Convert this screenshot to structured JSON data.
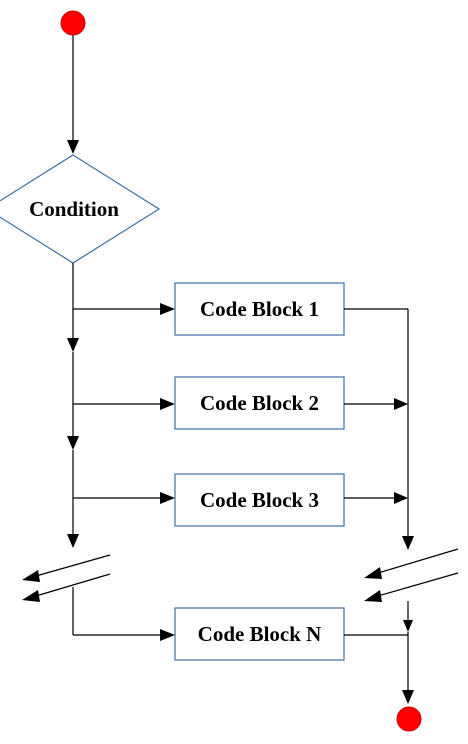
{
  "diagram": {
    "decision": {
      "label": "Condition"
    },
    "blocks": [
      {
        "id": "block1",
        "label": "Code Block 1"
      },
      {
        "id": "block2",
        "label": "Code Block 2"
      },
      {
        "id": "block3",
        "label": "Code Block 3"
      },
      {
        "id": "blockN",
        "label": "Code Block N"
      }
    ],
    "colors": {
      "terminal": "#ff0000",
      "box_border": "#3f6f9f",
      "line": "#000000",
      "background": "#ffffff"
    }
  }
}
